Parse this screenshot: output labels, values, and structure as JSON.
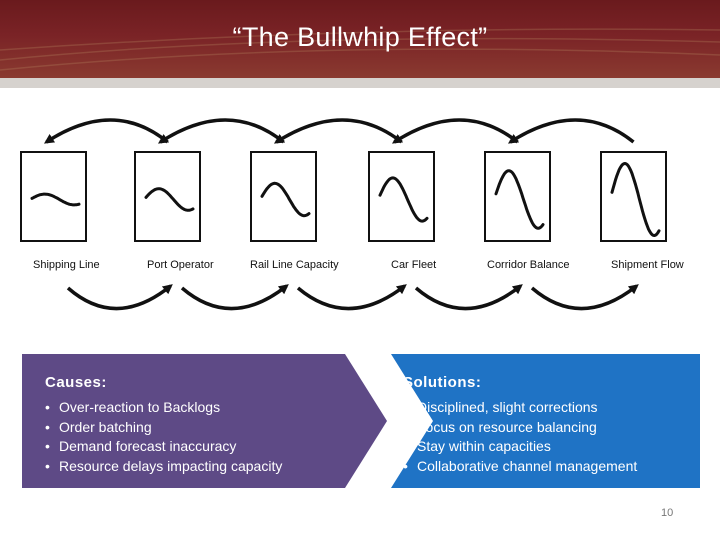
{
  "header": {
    "title": "“The Bullwhip Effect”"
  },
  "stages": [
    {
      "label": "Shipping Line",
      "wave_amplitude": 0.15
    },
    {
      "label": "Port Operator",
      "wave_amplitude": 0.3
    },
    {
      "label": "Rail Line Capacity",
      "wave_amplitude": 0.45
    },
    {
      "label": "Car Fleet",
      "wave_amplitude": 0.6
    },
    {
      "label": "Corridor Balance",
      "wave_amplitude": 0.8
    },
    {
      "label": "Shipment Flow",
      "wave_amplitude": 1.0
    }
  ],
  "causes": {
    "title": "Causes:",
    "items": [
      "Over-reaction to Backlogs",
      "Order batching",
      "Demand forecast inaccuracy",
      "Resource delays impacting capacity"
    ]
  },
  "solutions": {
    "title": "Solutions:",
    "items": [
      "Disciplined, slight corrections",
      "Focus on resource balancing",
      "Stay within capacities",
      "Collaborative channel management"
    ]
  },
  "page_number": "10",
  "colors": {
    "header": "#7a2326",
    "causes_panel": "#5e4a86",
    "solutions_panel": "#1f73c5"
  }
}
